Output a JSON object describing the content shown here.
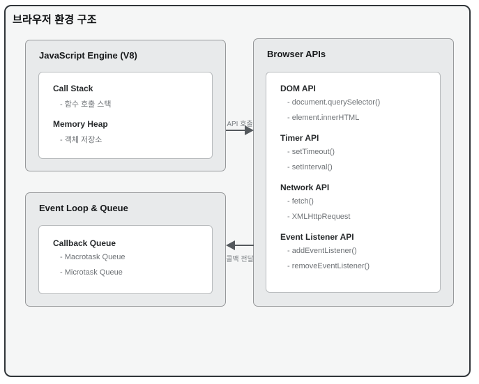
{
  "diagram": {
    "title": "브라우저 환경 구조",
    "boxes": {
      "js_engine": {
        "title": "JavaScript Engine (V8)",
        "sections": [
          {
            "title": "Call Stack",
            "items": [
              "- 함수 호출 스택"
            ]
          },
          {
            "title": "Memory Heap",
            "items": [
              "- 객체 저장소"
            ]
          }
        ]
      },
      "browser_apis": {
        "title": "Browser APIs",
        "sections": [
          {
            "title": "DOM API",
            "items": [
              "- document.querySelector()",
              "- element.innerHTML"
            ]
          },
          {
            "title": "Timer API",
            "items": [
              "- setTimeout()",
              "- setInterval()"
            ]
          },
          {
            "title": "Network API",
            "items": [
              "- fetch()",
              "- XMLHttpRequest"
            ]
          },
          {
            "title": "Event Listener API",
            "items": [
              "- addEventListener()",
              "- removeEventListener()"
            ]
          }
        ]
      },
      "event_loop": {
        "title": "Event Loop & Queue",
        "sections": [
          {
            "title": "Callback Queue",
            "items": [
              "- Macrotask Queue",
              "- Microtask Queue"
            ]
          }
        ]
      }
    },
    "arrows": [
      {
        "label": "API 호출",
        "direction": "right"
      },
      {
        "label": "콜백 전달",
        "direction": "left"
      }
    ],
    "colors": {
      "outer_border": "#303539",
      "outer_fill": "#f5f6f6",
      "box_fill": "#e8eaeb",
      "box_border": "#96989a",
      "inner_fill": "#ffffff",
      "arrow": "#54595d",
      "muted_text": "#6e7276"
    }
  }
}
